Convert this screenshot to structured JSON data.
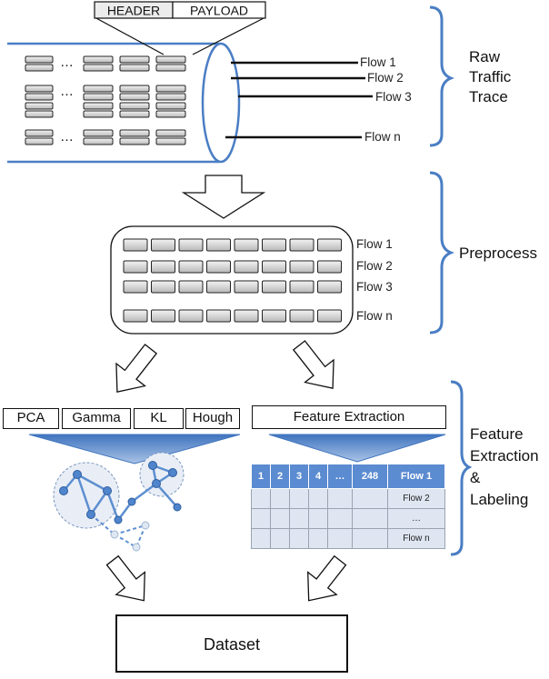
{
  "trace": {
    "header_label": "HEADER",
    "payload_label": "PAYLOAD",
    "ellipsis": "…",
    "flows": [
      "Flow 1",
      "Flow 2",
      "Flow 3",
      "Flow n"
    ]
  },
  "preprocess": {
    "flows": [
      "Flow 1",
      "Flow 2",
      "Flow 3",
      "Flow n"
    ]
  },
  "sections": {
    "raw": [
      "Raw",
      "Traffic",
      "Trace"
    ],
    "preprocess": "Preprocess",
    "feature": [
      "Feature",
      "Extraction",
      "&",
      "Labeling"
    ]
  },
  "methods": [
    "PCA",
    "Gamma",
    "KL",
    "Hough"
  ],
  "feature_extraction_label": "Feature Extraction",
  "table": {
    "header": [
      "1",
      "2",
      "3",
      "4",
      "…",
      "248",
      "Flow 1"
    ],
    "rows": [
      "Flow 2",
      "…",
      "Flow n"
    ]
  },
  "dataset_label": "Dataset",
  "colors": {
    "accent_blue": "#4a7ec4",
    "light_blue": "#8fb2e0",
    "table_header": "#5b8bd0",
    "table_body": "#dfe6f1"
  }
}
